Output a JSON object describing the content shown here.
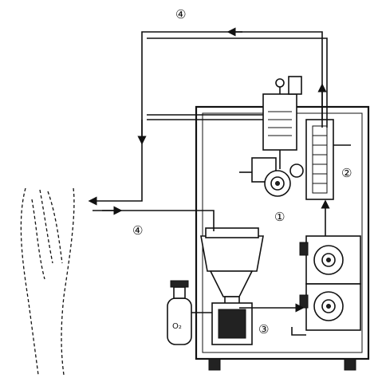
{
  "diagram": {
    "labels": {
      "marker_1": "①",
      "marker_2": "②",
      "marker_3": "③",
      "marker_4_top": "④",
      "marker_4_left": "④",
      "oxygen": "O₂"
    }
  }
}
